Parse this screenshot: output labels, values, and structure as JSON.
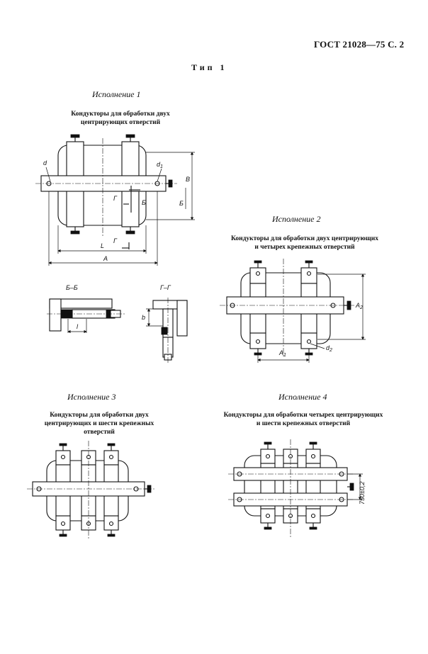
{
  "header": {
    "standard": "ГОСТ 21028—75 С. 2"
  },
  "type_title": "Тип 1",
  "variants": [
    {
      "title": "Исполнение 1",
      "caption_lines": [
        "Кондукторы для обработки двух",
        "центрирующих отверстий"
      ]
    },
    {
      "title": "Исполнение 2",
      "caption_lines": [
        "Кондукторы для обработки двух центрирующих",
        "и четырех крепежных отверстий"
      ]
    },
    {
      "title": "Исполнение 3",
      "caption_lines": [
        "Кондукторы для обработки двух",
        "центрирующих и шести крепежных",
        "отверстий"
      ]
    },
    {
      "title": "Исполнение 4",
      "caption_lines": [
        "Кондукторы для обработки четырех центрирующих",
        "и шести крепежных отверстий"
      ]
    }
  ],
  "drawing_labels": {
    "d": "d",
    "d1": "d",
    "d1_sub": "1",
    "B": "В",
    "b_cap": "Б",
    "G": "Г",
    "G2": "Г",
    "L": "L",
    "A": "A",
    "A1": "A",
    "A1_sub": "1",
    "A2": "A",
    "A2_sub": "2",
    "d2": "d",
    "d2_sub": "2",
    "b": "b",
    "l": "l",
    "tol": "750±0,2"
  },
  "sections": {
    "bb": "Б–Б",
    "gg": "Г–Г"
  }
}
